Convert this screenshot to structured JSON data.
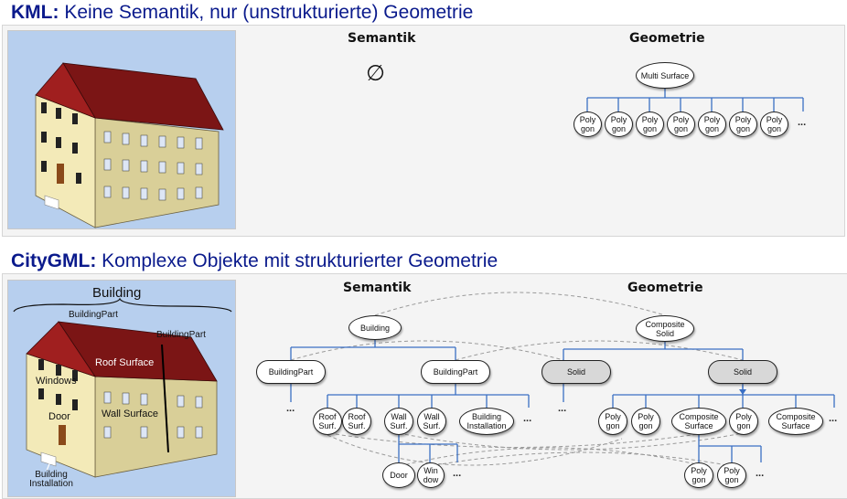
{
  "top": {
    "title_bold": "KML:",
    "title_rest": " Keine Semantik, nur (unstrukturierte) Geometrie",
    "semantik_head": "Semantik",
    "geometrie_head": "Geometrie",
    "empty_symbol": "∅",
    "multi_surface": "Multi Surface",
    "polygons": [
      "Poly gon",
      "Poly gon",
      "Poly gon",
      "Poly gon",
      "Poly gon",
      "Poly gon",
      "Poly gon"
    ],
    "ellipsis": "..."
  },
  "bottom": {
    "title_bold": "CityGML:",
    "title_rest": " Komplexe Objekte mit strukturierter Geometrie",
    "semantik_head": "Semantik",
    "geometrie_head": "Geometrie",
    "image_labels": {
      "building": "Building",
      "building_part_left": "BuildingPart",
      "building_part_right": "BuildingPart",
      "roof_surface": "Roof Surface",
      "windows": "Windows",
      "wall_surface": "Wall Surface",
      "door": "Door",
      "building_installation": "Building Installation"
    },
    "sem": {
      "building": "Building",
      "bp1": "BuildingPart",
      "bp2": "BuildingPart",
      "roof1": "Roof Surf.",
      "roof2": "Roof Surf.",
      "wall1": "Wall Surf.",
      "wall2": "Wall Surf.",
      "install": "Building Installation",
      "door": "Door",
      "window": "Win dow"
    },
    "geo": {
      "composite_solid": "Composite Solid",
      "solid1": "Solid",
      "solid2": "Solid",
      "poly1": "Poly gon",
      "poly2": "Poly gon",
      "comp_surf1": "Composite Surface",
      "poly3": "Poly gon",
      "comp_surf2": "Composite Surface",
      "poly4": "Poly gon",
      "poly5": "Poly gon"
    },
    "ellipsis": "..."
  },
  "colors": {
    "title": "#0a1a8c",
    "tree_line": "#3a6fc4",
    "dashed": "#9a9a9a",
    "roof": "#8b1a1a",
    "wall": "#f3eab8"
  }
}
